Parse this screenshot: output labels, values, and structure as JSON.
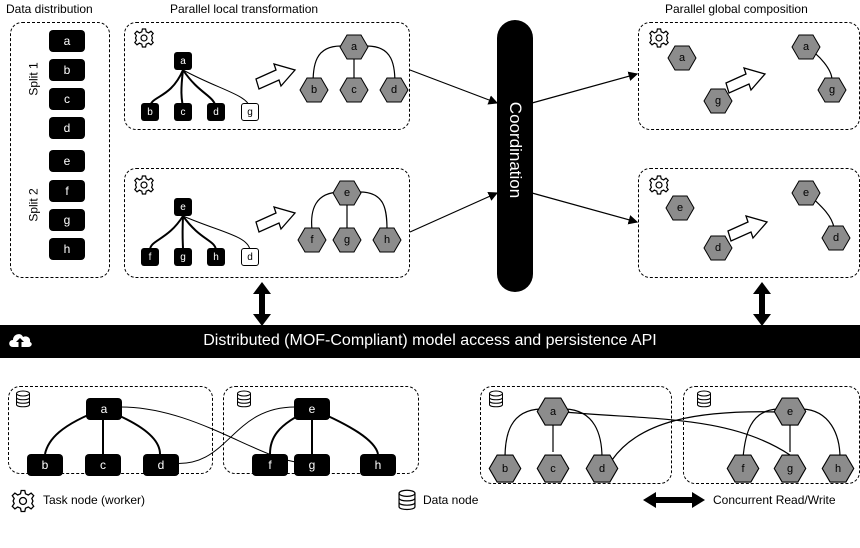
{
  "headers": {
    "data_distribution": "Data distribution",
    "local_transformation": "Parallel local transformation",
    "global_composition": "Parallel global composition"
  },
  "splits": {
    "split1": "Split 1",
    "split2": "Split 2",
    "split1_items": [
      "a",
      "b",
      "c",
      "d"
    ],
    "split2_items": [
      "e",
      "f",
      "g",
      "h"
    ]
  },
  "local": {
    "t1": {
      "root": "a",
      "children": [
        "b",
        "c",
        "d"
      ],
      "ref": "g",
      "out_root": "a",
      "out_children": [
        "b",
        "c",
        "d"
      ]
    },
    "t2": {
      "root": "e",
      "children": [
        "f",
        "g",
        "h"
      ],
      "ref": "d",
      "out_root": "e",
      "out_children": [
        "f",
        "g",
        "h"
      ]
    }
  },
  "coordination": "Coordination",
  "global": {
    "g1": {
      "in": [
        "a",
        "g"
      ],
      "out": [
        "a",
        "g"
      ]
    },
    "g2": {
      "in": [
        "e",
        "d"
      ],
      "out": [
        "e",
        "d"
      ]
    }
  },
  "api_bar": "Distributed (MOF-Compliant) model access and persistence API",
  "bottom": {
    "left_tree1": {
      "root": "a",
      "children": [
        "b",
        "c",
        "d"
      ]
    },
    "left_tree2": {
      "root": "e",
      "children": [
        "f",
        "g",
        "h"
      ]
    },
    "right_tree1": {
      "root": "a",
      "children": [
        "b",
        "c",
        "d"
      ]
    },
    "right_tree2": {
      "root": "e",
      "children": [
        "f",
        "g",
        "h"
      ]
    }
  },
  "legend": {
    "task_node": "Task node (worker)",
    "data_node": "Data node",
    "concurrent": "Concurrent Read/Write"
  },
  "colors": {
    "black": "#000000",
    "hex_fill": "#8c8c8c",
    "white": "#ffffff"
  }
}
